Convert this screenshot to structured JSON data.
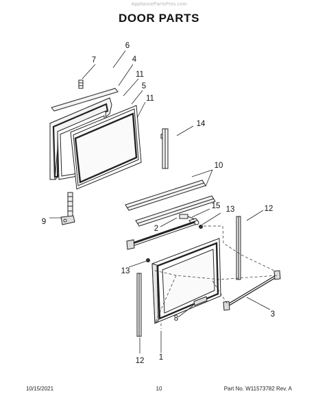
{
  "watermark": "AppliancePartsPros.com",
  "title": "DOOR PARTS",
  "callouts": {
    "c7": "7",
    "c6": "6",
    "c4": "4",
    "c11a": "11",
    "c5": "5",
    "c11b": "11",
    "c14": "14",
    "c10": "10",
    "c9": "9",
    "c15": "15",
    "c13a": "13",
    "c12a": "12",
    "c2": "2",
    "c13b": "13",
    "c8": "8",
    "c3": "3",
    "c12b": "12",
    "c1": "1"
  },
  "footer": {
    "date": "10/15/2021",
    "page": "10",
    "part": "Part No. W11573782  Rev. A"
  }
}
